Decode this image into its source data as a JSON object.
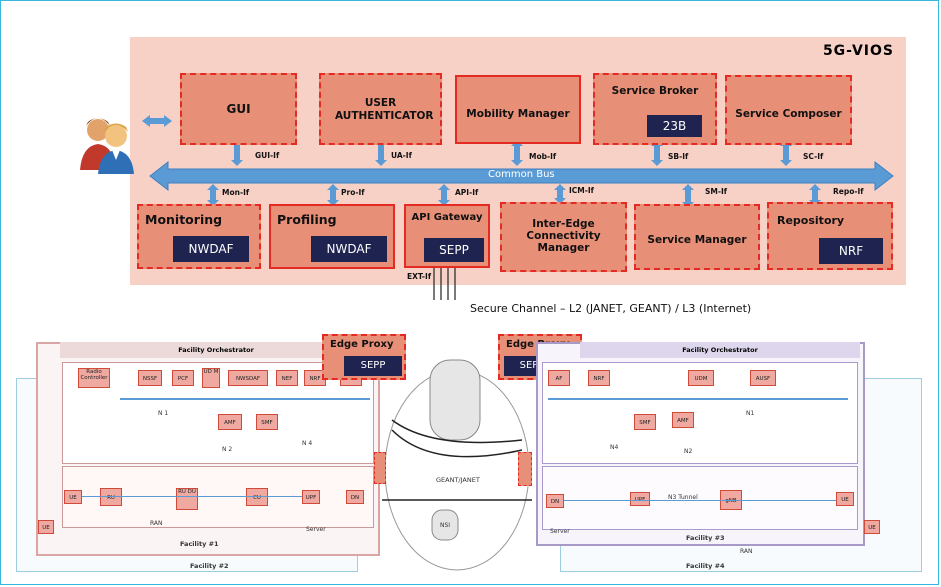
{
  "colors": {
    "frame": "#39b6e0",
    "vios_bg": "#f7d1c6",
    "module": "#e88f78",
    "dashed_border": "#e52a24",
    "nf_box": "#1f2350",
    "bus": "#5b9bd5"
  },
  "vios_title": "5G-VIOS",
  "bus_label": "Common Bus",
  "user_icon": "users-icon",
  "modules": {
    "gui": "GUI",
    "user_auth": "USER AUTHENTICATOR",
    "mobility": "Mobility Manager",
    "broker": "Service Broker",
    "broker_id": "23B",
    "composer": "Service Composer",
    "monitoring": "Monitoring",
    "monitoring_nf": "NWDAF",
    "profiling": "Profiling",
    "profiling_nf": "NWDAF",
    "api_gw": "API Gateway",
    "api_gw_nf": "SEPP",
    "icm": "Inter-Edge Connectivity Manager",
    "svc_mgr": "Service Manager",
    "repo": "Repository",
    "repo_nf": "NRF"
  },
  "ifs": {
    "gui": "GUI-If",
    "ua": "UA-If",
    "mob": "Mob-If",
    "sb": "SB-If",
    "sc": "SC-If",
    "mon": "Mon-If",
    "pro": "Pro-If",
    "api": "API-If",
    "icm": "ICM-If",
    "sm": "SM-If",
    "repo": "Repo-If",
    "ext": "EXT-If"
  },
  "secure_channel": "Secure Channel – L2 (JANET, GEANT) / L3 (Internet)",
  "edge_proxy_left": {
    "title": "Edge Proxy",
    "nf": "SEPP"
  },
  "edge_proxy_right": {
    "title": "Edge Proxy",
    "nf": "SEPP"
  },
  "left_facility": {
    "orchestrator": "Facility Orchestrator",
    "nfs": [
      "Radio Controller",
      "NSSF",
      "PCF",
      "UD M",
      "NWSDAF",
      "NEF",
      "NRF",
      "AF"
    ],
    "core": [
      "AMF",
      "SMF"
    ],
    "ran": [
      "UE",
      "RU",
      "RU DU",
      "CU",
      "UPF",
      "DN"
    ],
    "labels": [
      "N 1",
      "N 2",
      "N 4",
      "Server",
      "RAN"
    ],
    "facility1": "Facility #1",
    "facility2": "Facility #2"
  },
  "center": {
    "label": "GEANT/JANET",
    "nsi": "NSI"
  },
  "right_facility": {
    "orchestrator": "Facility Orchestrator",
    "nfs": [
      "AF",
      "NRF",
      "UDM",
      "AUSF"
    ],
    "core": [
      "SMF",
      "AMF"
    ],
    "ran": [
      "DN",
      "UPF",
      "gNB",
      "UE"
    ],
    "labels": [
      "N1",
      "N4",
      "N2",
      "Server",
      "RAN",
      "N3 Tunnel"
    ],
    "facility3": "Facility #3",
    "facility4": "Facility #4"
  }
}
